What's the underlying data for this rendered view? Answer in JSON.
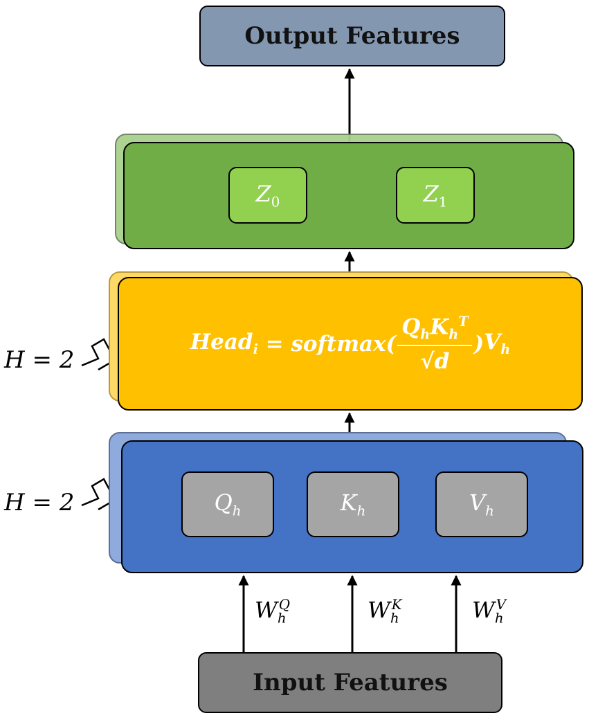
{
  "output": {
    "label": "Output Features"
  },
  "input": {
    "label": "Input Features"
  },
  "concat": {
    "z0": {
      "base": "Z",
      "sub": "0"
    },
    "z1": {
      "base": "Z",
      "sub": "1"
    }
  },
  "attention": {
    "lhs_base": "Head",
    "lhs_sub": "i",
    "eq": " = softmax(",
    "num_q": "Q",
    "num_q_sub": "h",
    "num_k": "K",
    "num_k_sub": "h",
    "num_k_sup": "T",
    "den": "√d",
    "close": ")",
    "rhs_base": "V",
    "rhs_sub": "h"
  },
  "projections": {
    "q": {
      "base": "Q",
      "sub": "h"
    },
    "k": {
      "base": "K",
      "sub": "h"
    },
    "v": {
      "base": "V",
      "sub": "h"
    }
  },
  "heads_label_attention": "H = 2",
  "heads_label_projection": "H = 2",
  "weights": {
    "wq": {
      "base": "W",
      "sub": "h",
      "sup": "Q"
    },
    "wk": {
      "base": "W",
      "sub": "h",
      "sup": "K"
    },
    "wv": {
      "base": "W",
      "sub": "h",
      "sup": "V"
    }
  },
  "colors": {
    "output": "#8497b0",
    "input": "#7f7f7f",
    "concat": "#70ad47",
    "attention": "#ffc000",
    "projection": "#4472c4"
  }
}
